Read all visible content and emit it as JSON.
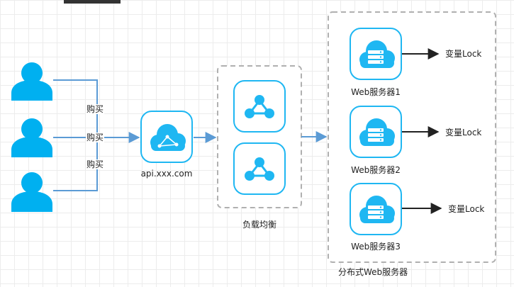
{
  "colors": {
    "accent": "#1fb7f2",
    "user": "#00b0f0",
    "connector": "#5b9bd5",
    "group_border": "#b0b0b0",
    "arrow_dark": "#222222"
  },
  "users": [
    {
      "icon": "user-icon"
    },
    {
      "icon": "user-icon"
    },
    {
      "icon": "user-icon"
    }
  ],
  "buy_labels": [
    "购买",
    "购买",
    "购买"
  ],
  "gateway": {
    "icon": "cloud-network-icon",
    "label": "api.xxx.com"
  },
  "load_balancer": {
    "icon": "share-nodes-icon",
    "label": "负载均衡",
    "nodes": 2
  },
  "cluster": {
    "label": "分布式Web服务器",
    "servers": [
      {
        "label": "Web服务器1",
        "variable": "变量Lock",
        "icon": "cloud-server-icon"
      },
      {
        "label": "Web服务器2",
        "variable": "变量Lock",
        "icon": "cloud-server-icon"
      },
      {
        "label": "Web服务器3",
        "variable": "变量Lock",
        "icon": "cloud-server-icon"
      }
    ]
  }
}
